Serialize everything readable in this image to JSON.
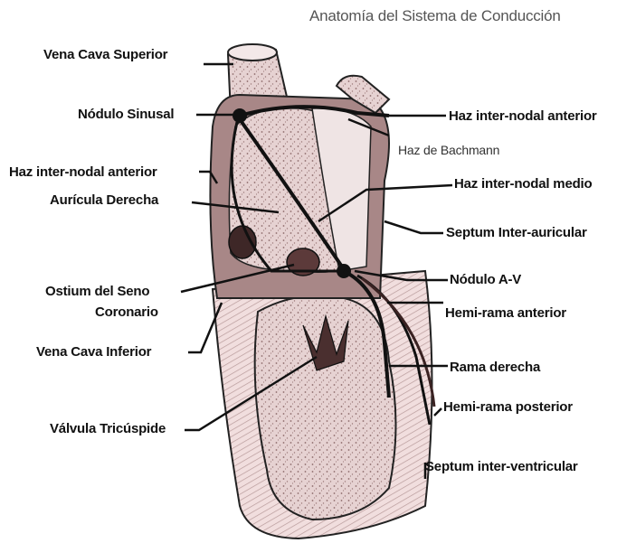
{
  "title": "Anatomía del Sistema de Conducción",
  "labels": {
    "vena_cava_superior": "Vena Cava Superior",
    "nodulo_sinusal": "Nódulo Sinusal",
    "haz_internodal_anterior_left": "Haz inter-nodal anterior",
    "auricula_derecha": "Aurícula Derecha",
    "ostium_line1": "Ostium del Seno",
    "ostium_line2": "Coronario",
    "vena_cava_inferior": "Vena Cava Inferior",
    "valvula_tricuspide": "Válvula Tricúspide",
    "haz_internodal_anterior_right": "Haz inter-nodal anterior",
    "haz_bachmann": "Haz de Bachmann",
    "haz_internodal_medio": "Haz inter-nodal medio",
    "septum_interauricular": "Septum Inter-auricular",
    "nodulo_av": "Nódulo A-V",
    "hemi_rama_anterior": "Hemi-rama anterior",
    "rama_derecha": "Rama derecha",
    "hemi_rama_posterior": "Hemi-rama posterior",
    "septum_interventricular": "Septum inter-ventricular"
  },
  "colors": {
    "tissue": "#d9bfbf",
    "tissue_dark": "#7a5555",
    "outline": "#111111",
    "background": "#ffffff"
  }
}
